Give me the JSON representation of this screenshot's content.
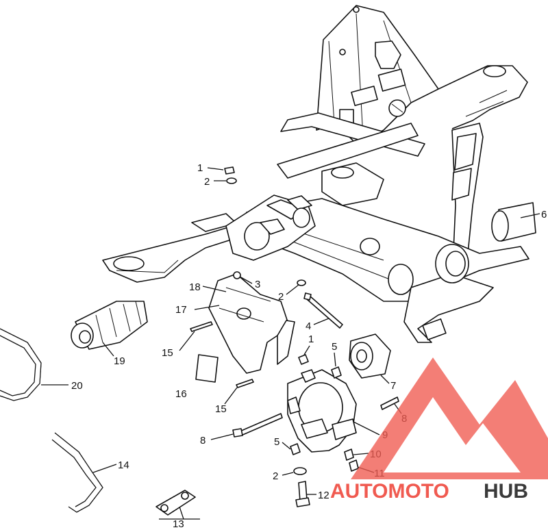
{
  "callouts": [
    {
      "id": "c1a",
      "text": "1"
    },
    {
      "id": "c2a",
      "text": "2"
    },
    {
      "id": "c6",
      "text": "6"
    },
    {
      "id": "c18",
      "text": "18"
    },
    {
      "id": "c3",
      "text": "3"
    },
    {
      "id": "c2b",
      "text": "2"
    },
    {
      "id": "c17",
      "text": "17"
    },
    {
      "id": "c4",
      "text": "4"
    },
    {
      "id": "c1b",
      "text": "1"
    },
    {
      "id": "c5a",
      "text": "5"
    },
    {
      "id": "c15a",
      "text": "15"
    },
    {
      "id": "c19",
      "text": "19"
    },
    {
      "id": "c7",
      "text": "7"
    },
    {
      "id": "c20",
      "text": "20"
    },
    {
      "id": "c16",
      "text": "16"
    },
    {
      "id": "c15b",
      "text": "15"
    },
    {
      "id": "c8a",
      "text": "8"
    },
    {
      "id": "c8b",
      "text": "8"
    },
    {
      "id": "c9",
      "text": "9"
    },
    {
      "id": "c5b",
      "text": "5"
    },
    {
      "id": "c10",
      "text": "10"
    },
    {
      "id": "c14",
      "text": "14"
    },
    {
      "id": "c2c",
      "text": "2"
    },
    {
      "id": "c11",
      "text": "11"
    },
    {
      "id": "c12",
      "text": "12"
    },
    {
      "id": "c13",
      "text": "13"
    }
  ],
  "watermark": {
    "prefix": "AUTOMOTO",
    "suffix": "HUB",
    "accent_color": "#f05a50",
    "dark_color": "#3a3a3a"
  }
}
